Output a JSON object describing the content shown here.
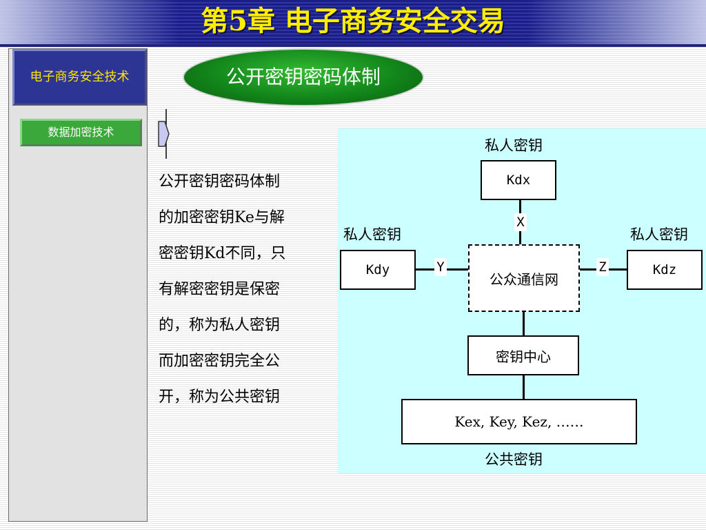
{
  "header": {
    "title": "第5章 电子商务安全交易"
  },
  "sidebar": {
    "main_item": "电子商务安全技术",
    "sub_item": "数据加密技术"
  },
  "slide": {
    "title": "公开密钥密码体制",
    "body_lines": [
      "公开密钥密码体制",
      "的加密密钥Ke与解",
      "密密钥Kd不同，只",
      "有解密密钥是保密",
      "的，称为私人密钥",
      "而加密密钥完全公",
      "开，称为公共密钥"
    ]
  },
  "diagram": {
    "top_caption": "私人密钥",
    "left_caption": "私人密钥",
    "right_caption": "私人密钥",
    "kdx": "Kdx",
    "kdy": "Kdy",
    "kdz": "Kdz",
    "label_x": "X",
    "label_y": "Y",
    "label_z": "Z",
    "network": "公众通信网",
    "key_center": "密钥中心",
    "public_keys": "Kex, Key, Kez, ……",
    "bottom_caption": "公共密钥"
  },
  "colors": {
    "header_bg": "#1a1e86",
    "header_text": "#ffee00",
    "sidebar_main_bg": "#2c3494",
    "sidebar_sub_bg": "#3aa83a",
    "pill_green": "#12861a",
    "diagram_bg": "#ccffff"
  },
  "icons": {
    "bullet": "arrow-bullet-icon"
  }
}
